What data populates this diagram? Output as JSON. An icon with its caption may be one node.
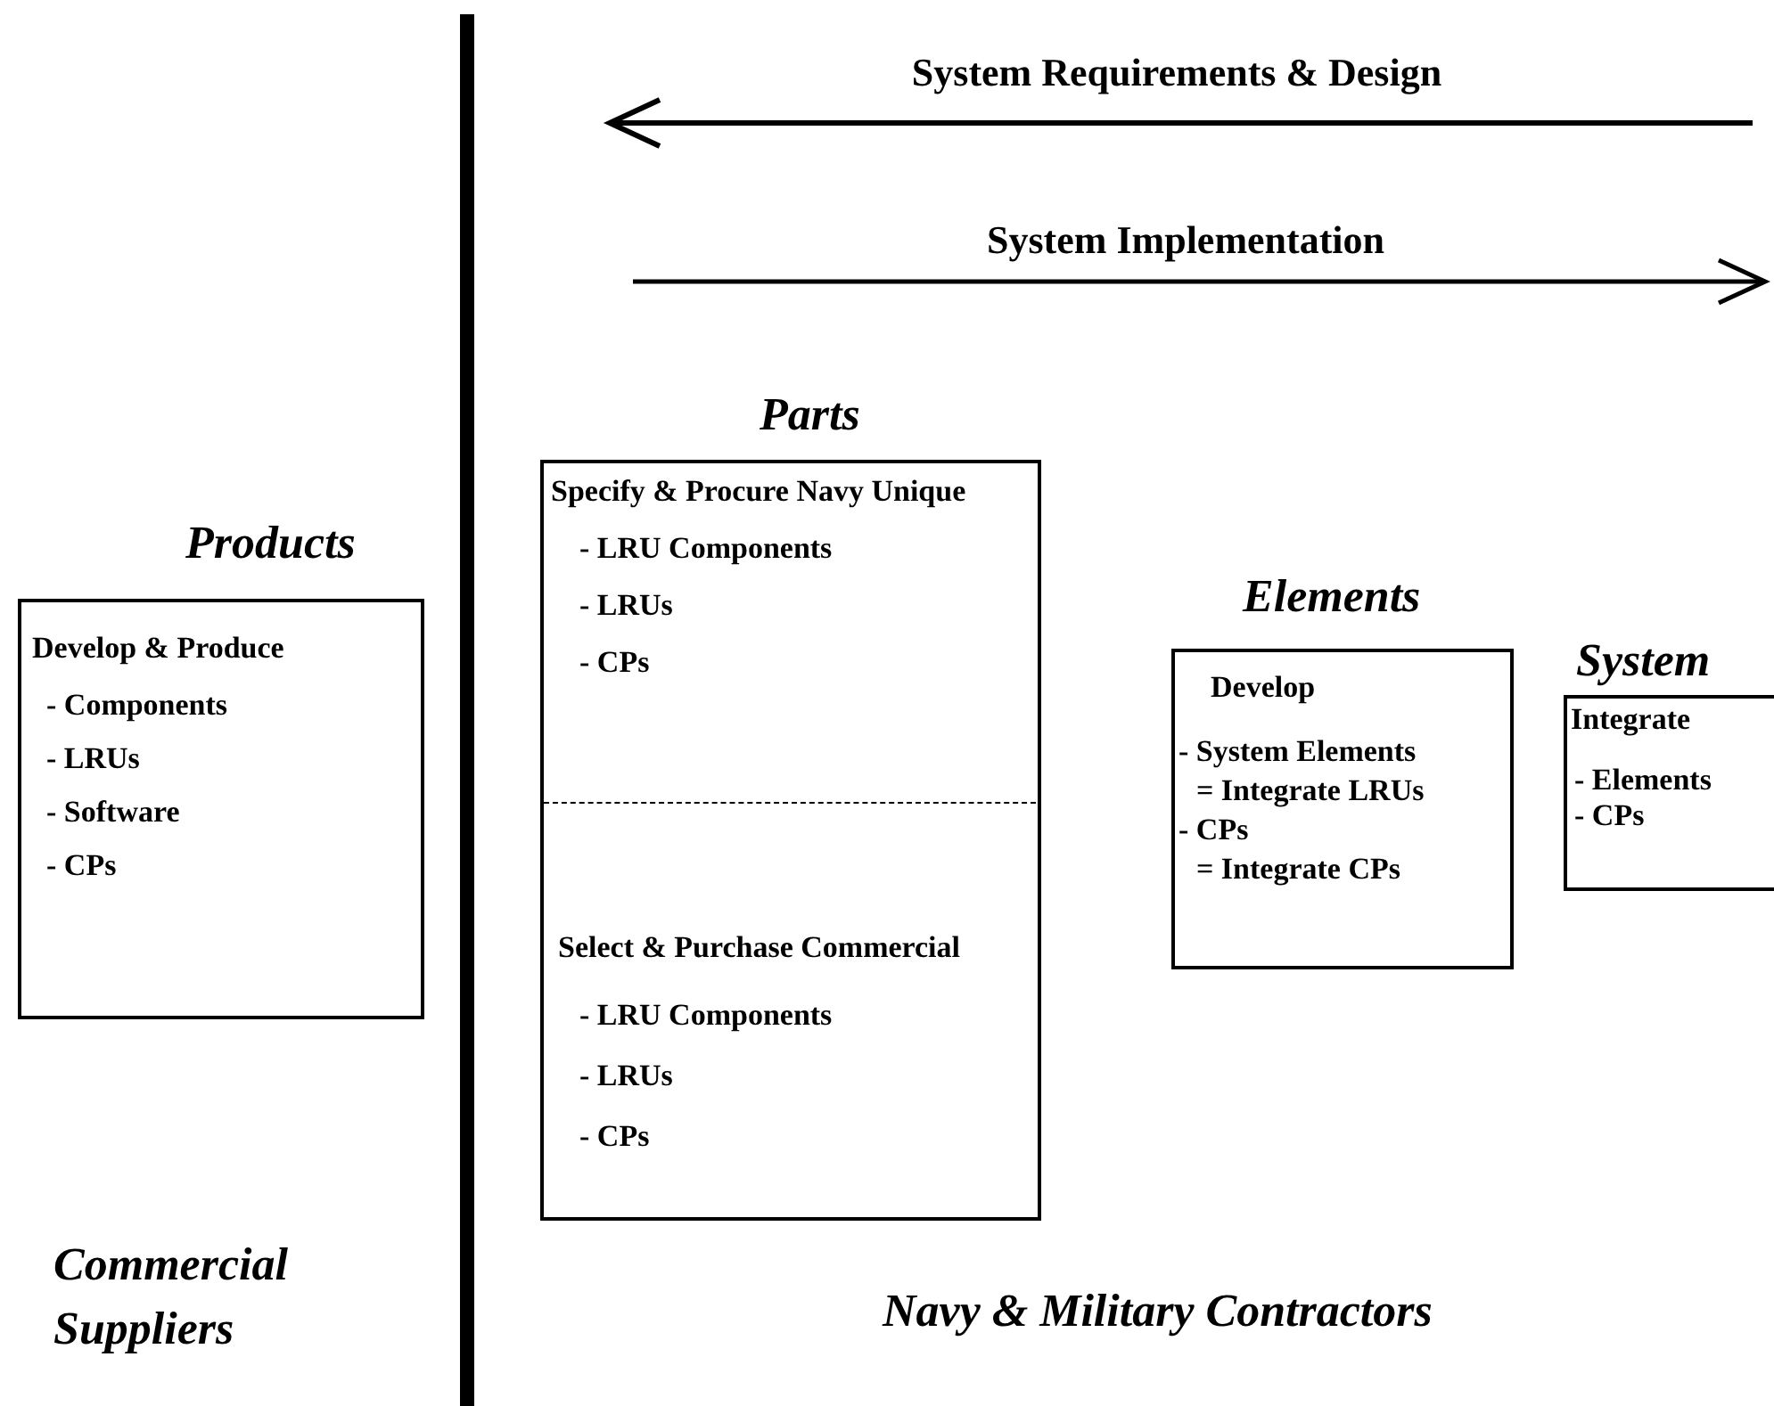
{
  "diagram": {
    "nodes": [
      {
        "text": [
          "Products",
          "Develop & Produce",
          "- Components",
          "- LRUs",
          "- Software",
          "- CPs"
        ]
      },
      {
        "text": [
          "Parts"
        ]
      },
      {
        "text": [
          "Specify & Procure Navy Unique",
          "- LRU Components",
          "- LRUs",
          "- CPs"
        ],
        "in": 1
      },
      {
        "text": [
          "Select & Purchase Commercial",
          "- LRU Components",
          "- LRUs",
          "- CPs"
        ],
        "in": 1
      },
      {
        "text": [
          "Elements",
          "Develop",
          "- System Elements",
          "= Integrate LRUs",
          "- CPs",
          "= Integrate CPs"
        ]
      },
      {
        "text": [
          "System",
          "Integrate",
          "- Elements",
          "- CPs"
        ]
      }
    ],
    "labels": [
      "System Requirements & Design",
      "System Implementation",
      "Commercial Suppliers",
      "Navy & Military Contractors"
    ]
  }
}
